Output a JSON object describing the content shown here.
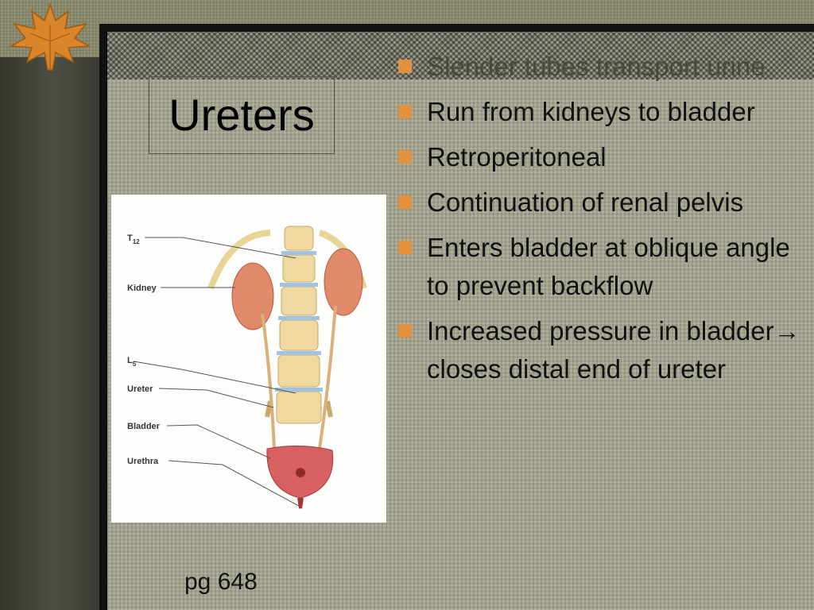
{
  "slide": {
    "title": "Ureters",
    "bullets": [
      {
        "text": "Slender tubes transport urine"
      },
      {
        "text": "Run from kidneys to bladder"
      },
      {
        "text": "Retroperitoneal"
      },
      {
        "text": "Continuation of renal pelvis"
      },
      {
        "text": "Enters bladder at oblique angle to prevent backflow"
      },
      {
        "text_before": "Increased pressure in bladder",
        "arrow": "→",
        "text_after": " closes distal end of ureter"
      }
    ],
    "page_ref": "pg 648",
    "figure_labels": {
      "t12": "T",
      "t12_sub": "12",
      "kidney": "Kidney",
      "l5": "L",
      "l5_sub": "5",
      "ureter": "Ureter",
      "bladder": "Bladder",
      "urethra": "Urethra"
    }
  },
  "colors": {
    "bullet": "#e2913e",
    "kidney": "#e08a6a",
    "bladder": "#d96060",
    "spine": "#efd9a0",
    "disc": "#9fc3e0"
  },
  "icons": {
    "decoration": "maple-leaf-icon"
  }
}
